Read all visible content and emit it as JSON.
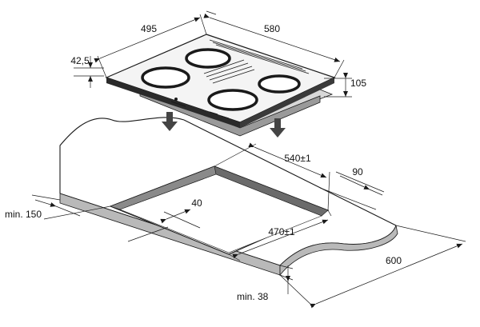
{
  "colors": {
    "line": "#1a1a1a",
    "hob_top": "#f4f4f4",
    "countertop_edge": "#b9b9b9",
    "cutout_wall": "#6b6b6b",
    "burner": "#ffffff",
    "shadow": "#444444"
  },
  "hob": {
    "dimensions": {
      "depth": "495",
      "width": "580",
      "glass_thickness": "42,5",
      "height": "105"
    }
  },
  "cutout": {
    "dimensions": {
      "width": "540±1",
      "back_clearance": "90",
      "front_offset": "40",
      "depth": "470±1",
      "countertop_depth": "600",
      "min_side": "min. 150",
      "min_front": "min. 38"
    }
  }
}
